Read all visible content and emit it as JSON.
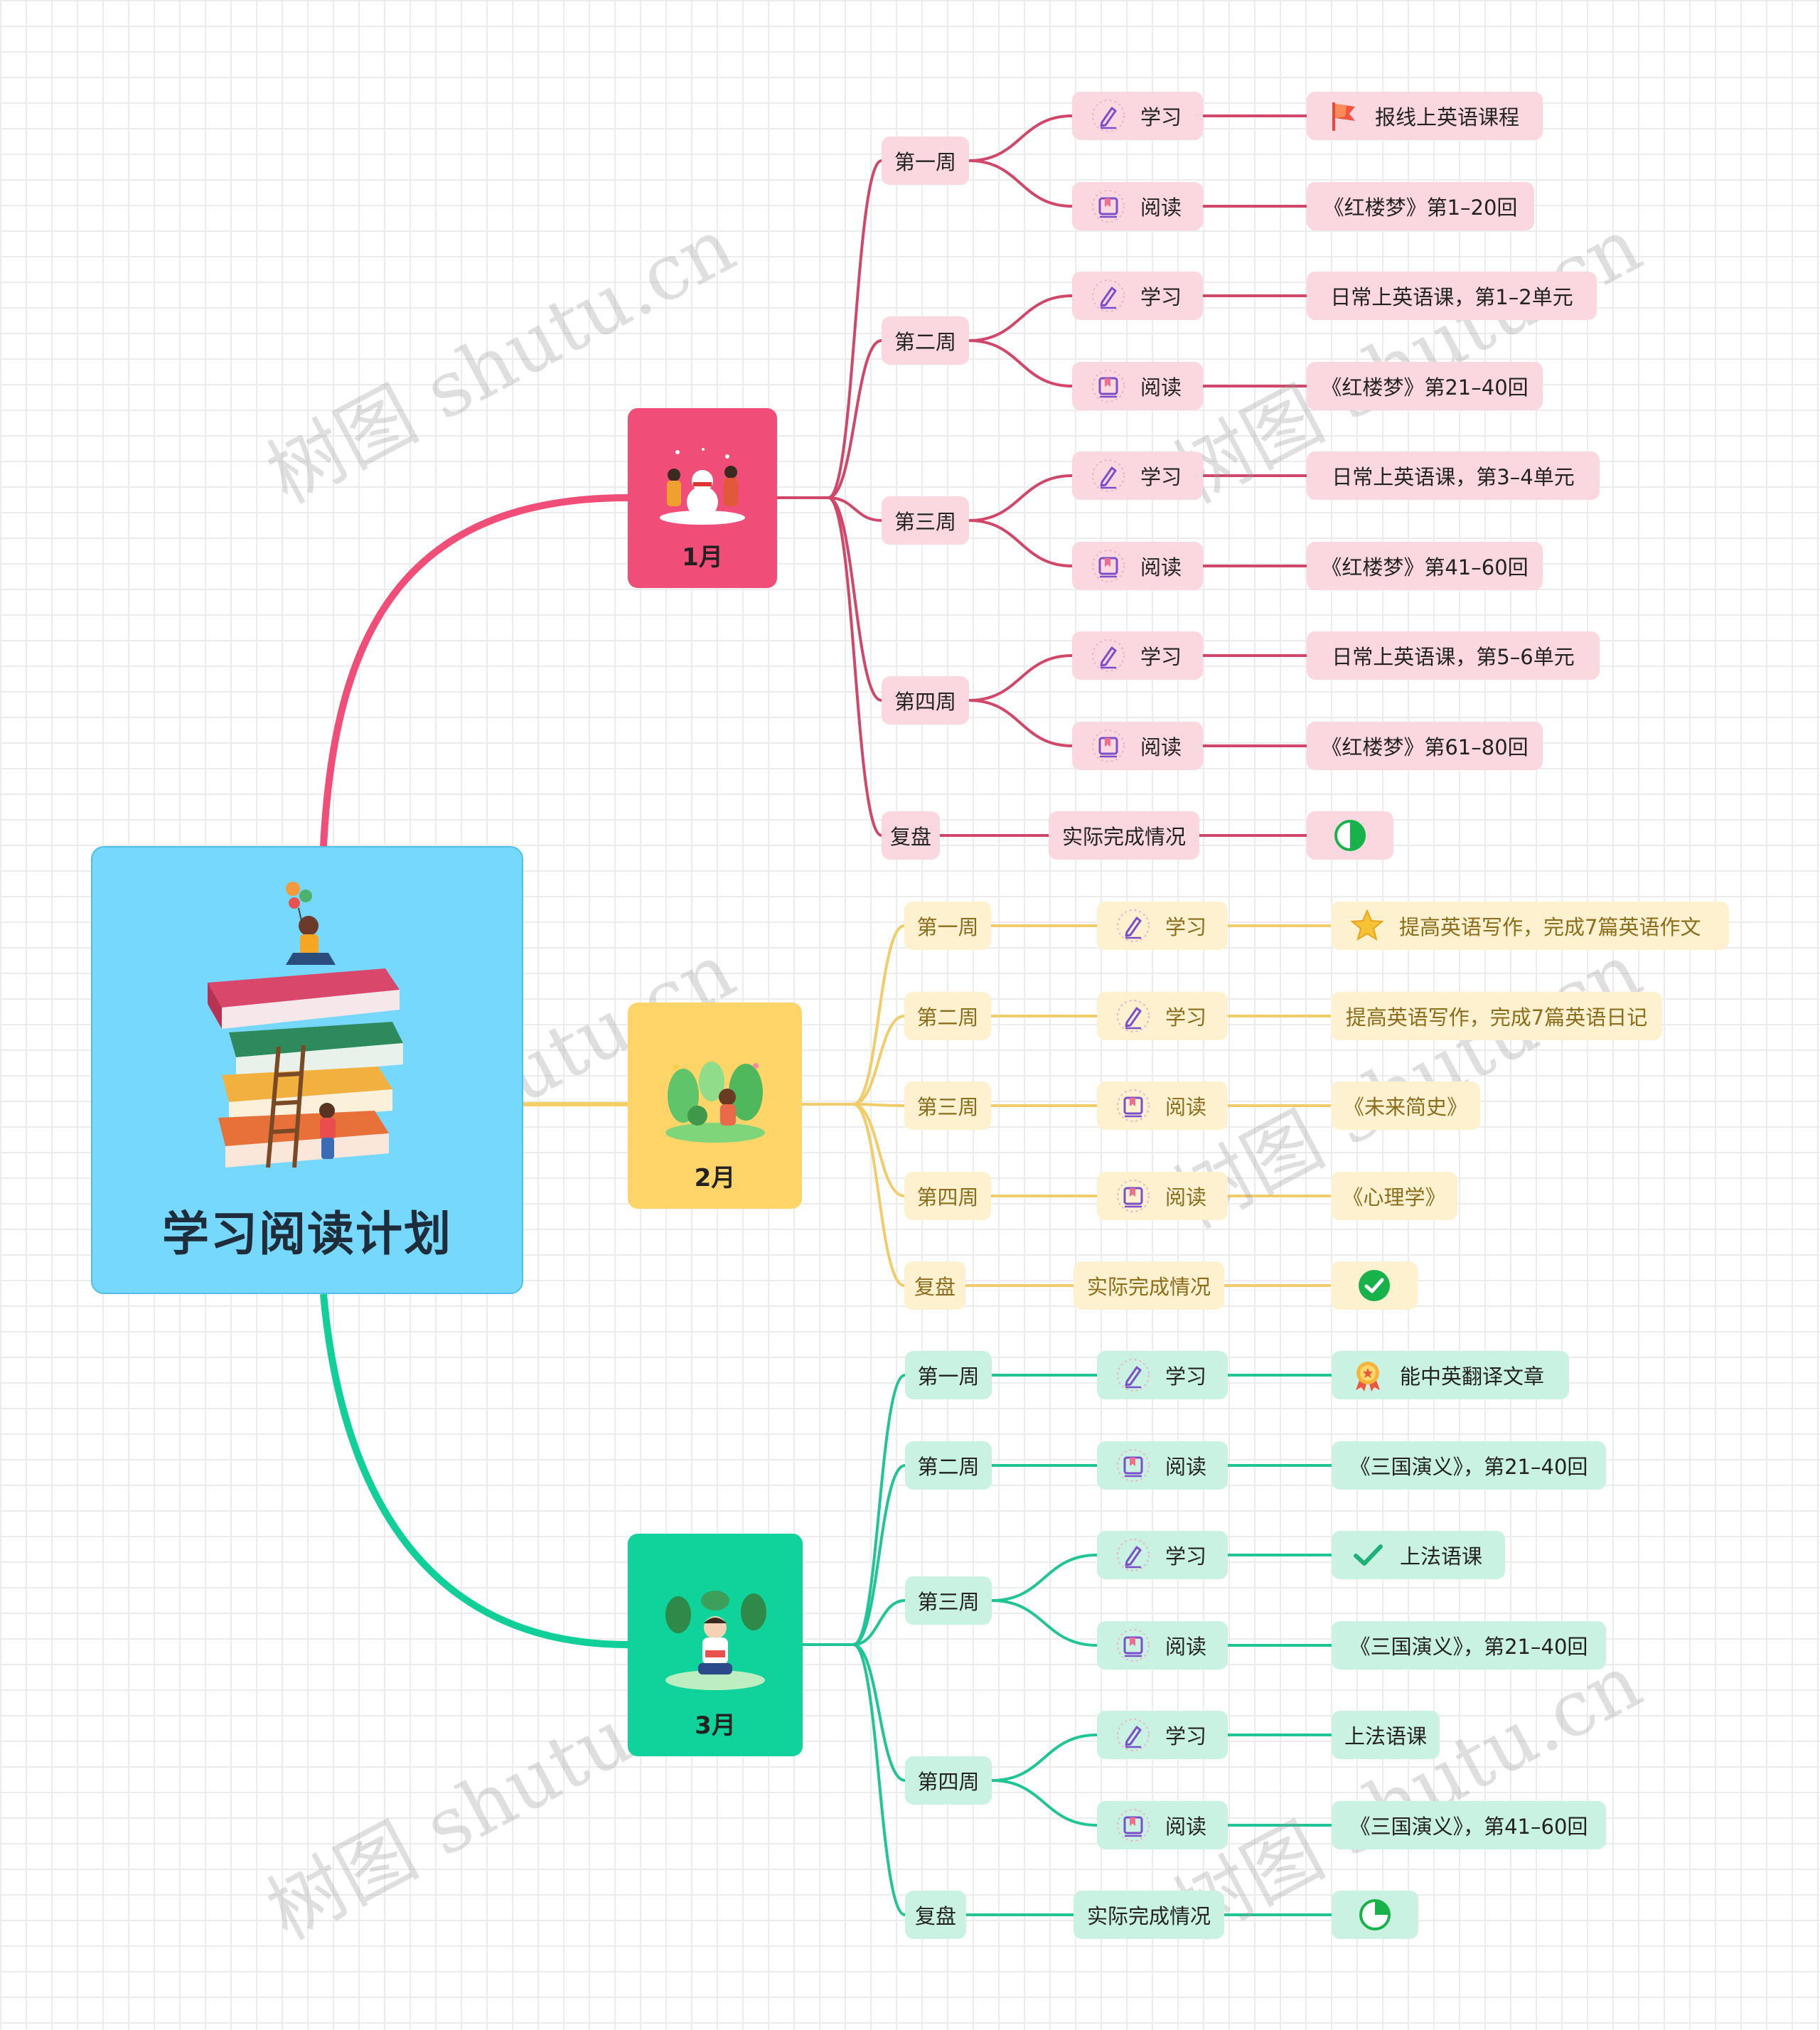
{
  "root": {
    "title": "学习阅读计划"
  },
  "watermark": "树图 shutu.cn",
  "colors": {
    "jan": "#f04e78",
    "feb": "#ffd469",
    "mar": "#0fd39b",
    "janLine": "#d0476a",
    "febLine": "#f0cd6a",
    "marLine": "#21c495"
  },
  "months": [
    {
      "label": "1月"
    },
    {
      "label": "2月"
    },
    {
      "label": "3月"
    }
  ],
  "jan": {
    "weeks": [
      "第一周",
      "第二周",
      "第三周",
      "第四周",
      "复盘"
    ],
    "acts": [
      "学习",
      "阅读",
      "学习",
      "阅读",
      "学习",
      "阅读",
      "学习",
      "阅读",
      "实际完成情况"
    ],
    "details": [
      "报线上英语课程",
      "《红楼梦》第1–20回",
      "日常上英语课，第1–2单元",
      "《红楼梦》第21–40回",
      "日常上英语课，第3–4单元",
      "《红楼梦》第41–60回",
      "日常上英语课，第5–6单元",
      "《红楼梦》第61–80回",
      ""
    ]
  },
  "feb": {
    "weeks": [
      "第一周",
      "第二周",
      "第三周",
      "第四周",
      "复盘"
    ],
    "acts": [
      "学习",
      "学习",
      "阅读",
      "阅读",
      "实际完成情况"
    ],
    "details": [
      "提高英语写作，完成7篇英语作文",
      "提高英语写作，完成7篇英语日记",
      "《未来简史》",
      "《心理学》",
      ""
    ]
  },
  "mar": {
    "weeks": [
      "第一周",
      "第二周",
      "第三周",
      "第四周",
      "复盘"
    ],
    "acts": [
      "学习",
      "阅读",
      "学习",
      "阅读",
      "学习",
      "阅读",
      "实际完成情况"
    ],
    "details": [
      "能中英翻译文章",
      "《三国演义》，第21–40回",
      "上法语课",
      "《三国演义》，第21–40回",
      "上法语课",
      "《三国演义》，第41–60回",
      ""
    ]
  },
  "icons": {
    "study": "pen-icon",
    "read": "book-icon",
    "flag": "flag-icon",
    "star": "star-icon",
    "medal": "medal-icon",
    "check": "check-icon",
    "half": "half-progress-icon",
    "done": "done-check-icon",
    "quarter": "quarter-progress-icon"
  },
  "progress": {
    "jan": 0.5,
    "feb": 1.0,
    "mar": 0.25
  }
}
